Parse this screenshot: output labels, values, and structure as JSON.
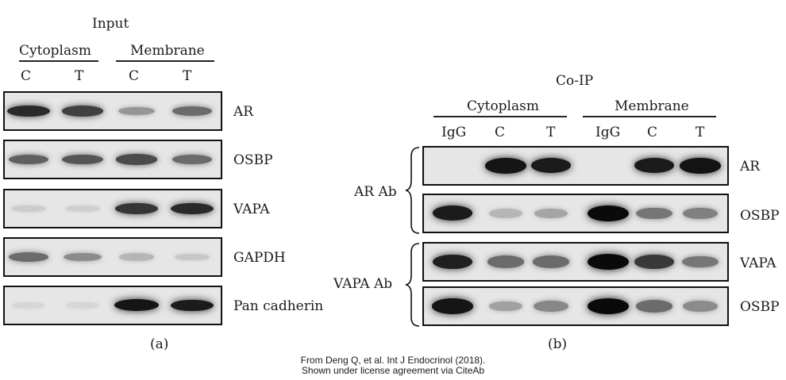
{
  "panel_a": {
    "title": "Input",
    "groups": [
      "Cytoplasm",
      "Membrane"
    ],
    "lanes": [
      "C",
      "T",
      "C",
      "T"
    ],
    "rows": [
      {
        "label": "AR",
        "intensity": [
          0.85,
          0.75,
          0.35,
          0.55
        ]
      },
      {
        "label": "OSBP",
        "intensity": [
          0.6,
          0.65,
          0.7,
          0.55
        ]
      },
      {
        "label": "VAPA",
        "intensity": [
          0.1,
          0.08,
          0.8,
          0.85
        ]
      },
      {
        "label": "GAPDH",
        "intensity": [
          0.55,
          0.4,
          0.2,
          0.12
        ]
      },
      {
        "label": "Pan cadherin",
        "intensity": [
          0.05,
          0.05,
          0.95,
          0.92
        ]
      }
    ],
    "caption": "(a)"
  },
  "panel_b": {
    "title": "Co-IP",
    "groups": [
      "Cytoplasm",
      "Membrane"
    ],
    "lanes": [
      "IgG",
      "C",
      "T",
      "IgG",
      "C",
      "T"
    ],
    "antibodies": [
      "AR Ab",
      "VAPA Ab"
    ],
    "rows": [
      {
        "label": "AR",
        "intensity": [
          0.0,
          0.95,
          0.92,
          0.0,
          0.92,
          0.96
        ]
      },
      {
        "label": "OSBP",
        "intensity": [
          0.92,
          0.2,
          0.28,
          1.0,
          0.5,
          0.45
        ]
      },
      {
        "label": "VAPA",
        "intensity": [
          0.9,
          0.55,
          0.55,
          1.0,
          0.78,
          0.5
        ]
      },
      {
        "label": "OSBP",
        "intensity": [
          0.95,
          0.3,
          0.42,
          1.0,
          0.55,
          0.4
        ]
      }
    ],
    "caption": "(b)"
  },
  "credit": {
    "line1": "From Deng Q, et al. Int J Endocrinol (2018).",
    "line2": "Shown under license agreement via CiteAb"
  }
}
